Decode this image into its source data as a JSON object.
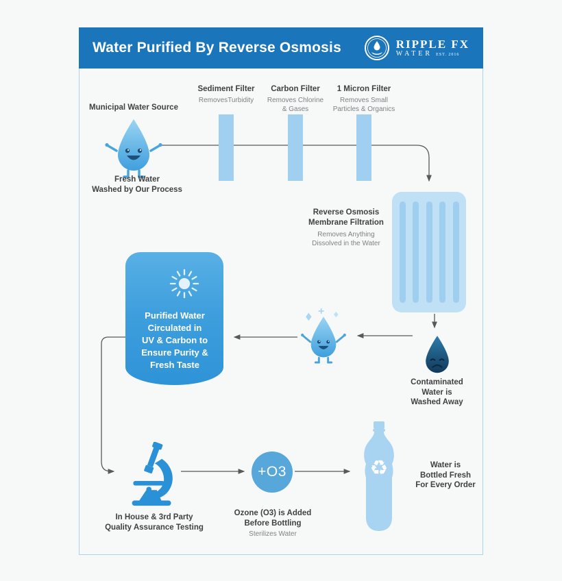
{
  "colors": {
    "header_blue": "#1b75bb",
    "panel_border": "#a9d3ef",
    "filter_blue": "#a0cfef",
    "membrane_blue": "#bfe0f5",
    "tank_blue": "#3f9fdd",
    "drop_light": "#4aa5de",
    "drop_dark": "#11395a",
    "arrow_gray": "#58595b",
    "text_dark": "#414042",
    "text_gray": "#808184"
  },
  "header": {
    "title": "Water Purified By Reverse Osmosis",
    "brand": "RIPPLE FX",
    "brand_sub": "WATER",
    "brand_est": "EST. 2016"
  },
  "source": {
    "label": "Municipal Water Source",
    "caption": "Fresh Water\nWashed by Our Process"
  },
  "filters": [
    {
      "name": "Sediment Filter",
      "desc": "RemovesTurbidity"
    },
    {
      "name": "Carbon Filter",
      "desc": "Removes Chlorine\n& Gases"
    },
    {
      "name": "1 Micron Filter",
      "desc": "Removes Small\nParticles & Organics"
    }
  ],
  "membrane": {
    "title": "Reverse Osmosis\nMembrane Filtration",
    "desc": "Removes Anything\nDissolved in the Water"
  },
  "contaminated": {
    "caption": "Contaminated\nWater is\nWashed Away"
  },
  "tank": {
    "text": "Purified Water\nCirculated in\nUV & Carbon to\nEnsure Purity &\nFresh Taste"
  },
  "qa": {
    "caption": "In House & 3rd Party\nQuality Assurance Testing"
  },
  "ozone": {
    "symbol": "+O3",
    "title": "Ozone (O3) is Added\nBefore Bottling",
    "desc": "Sterilizes Water"
  },
  "bottling": {
    "caption": "Water is\nBottled Fresh\nFor Every Order"
  }
}
